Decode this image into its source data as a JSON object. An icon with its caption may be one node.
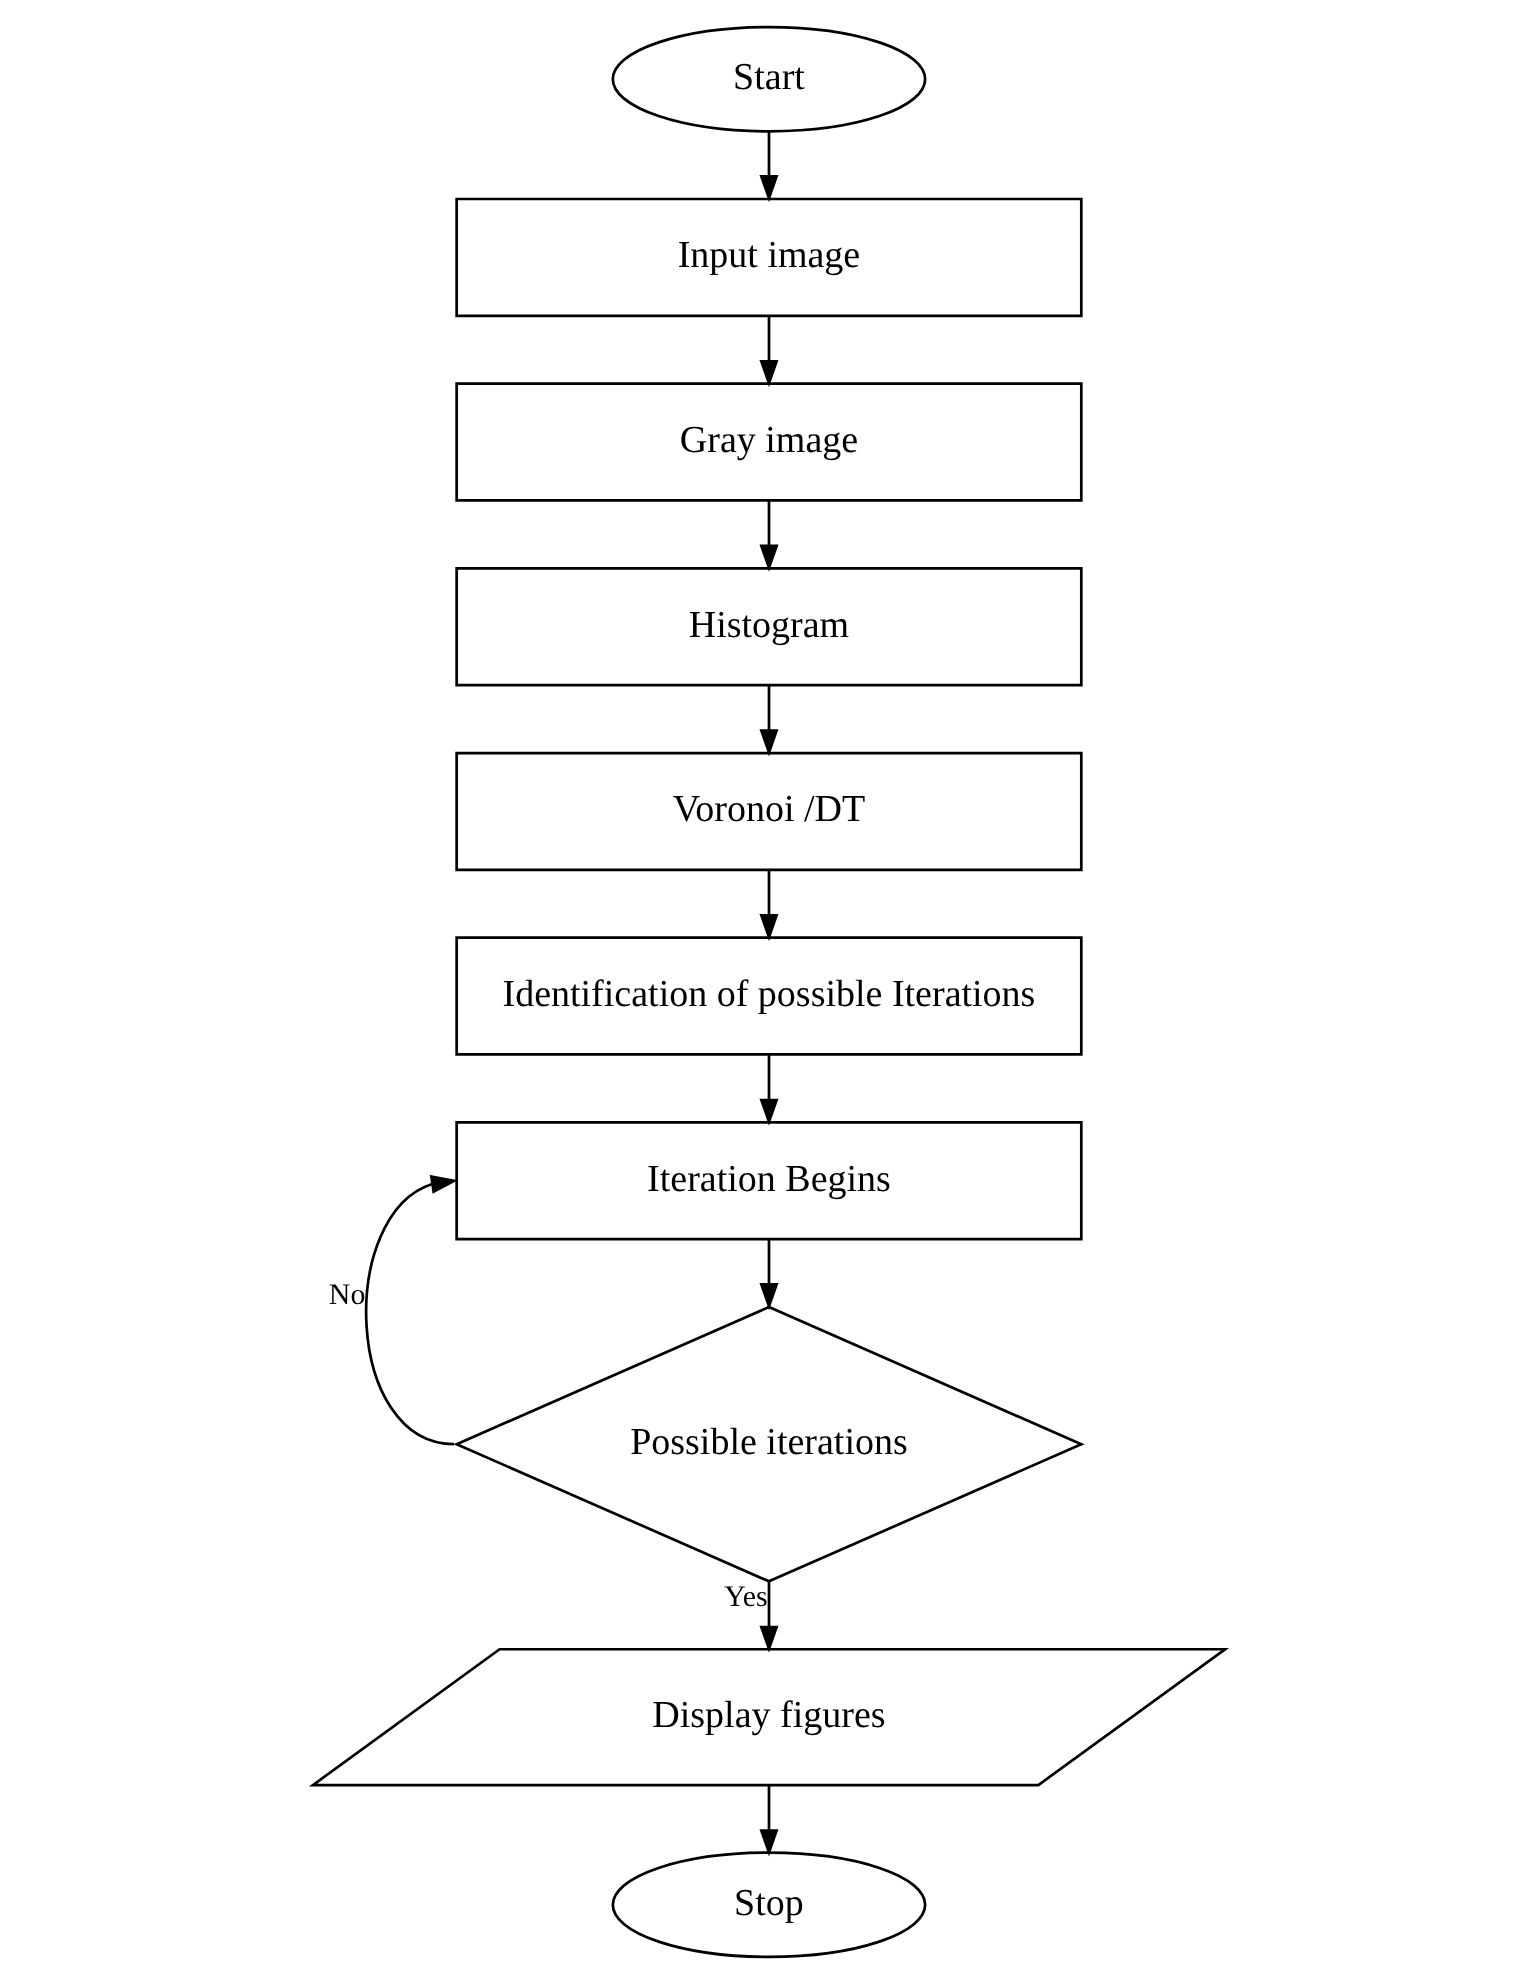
{
  "diagram": {
    "nodes": [
      {
        "text": [
          "Start"
        ]
      },
      {
        "text": [
          "Input image"
        ]
      },
      {
        "text": [
          "Gray image"
        ]
      },
      {
        "text": [
          "Histogram"
        ]
      },
      {
        "text": [
          "Voronoi /DT"
        ]
      },
      {
        "text": [
          "Identification of possible Iterations"
        ]
      },
      {
        "text": [
          "Iteration Begins"
        ]
      },
      {
        "text": [
          "Possible iterations"
        ]
      },
      {
        "text": [
          "Display figures"
        ]
      },
      {
        "text": [
          "Stop"
        ]
      }
    ],
    "edges": [
      {
        "from": 0,
        "to": 1,
        "arrow": "to"
      },
      {
        "from": 1,
        "to": 2,
        "arrow": "to"
      },
      {
        "from": 2,
        "to": 3,
        "arrow": "to"
      },
      {
        "from": 3,
        "to": 4,
        "arrow": "to"
      },
      {
        "from": 4,
        "to": 5,
        "arrow": "to"
      },
      {
        "from": 5,
        "to": 6,
        "arrow": "to"
      },
      {
        "from": 6,
        "to": 7,
        "arrow": "to"
      },
      {
        "from": 7,
        "to": 6,
        "arrow": "to",
        "label": "No"
      },
      {
        "from": 7,
        "to": 8,
        "arrow": "to",
        "label": "Yes"
      },
      {
        "from": 8,
        "to": 9,
        "arrow": "to"
      }
    ]
  }
}
